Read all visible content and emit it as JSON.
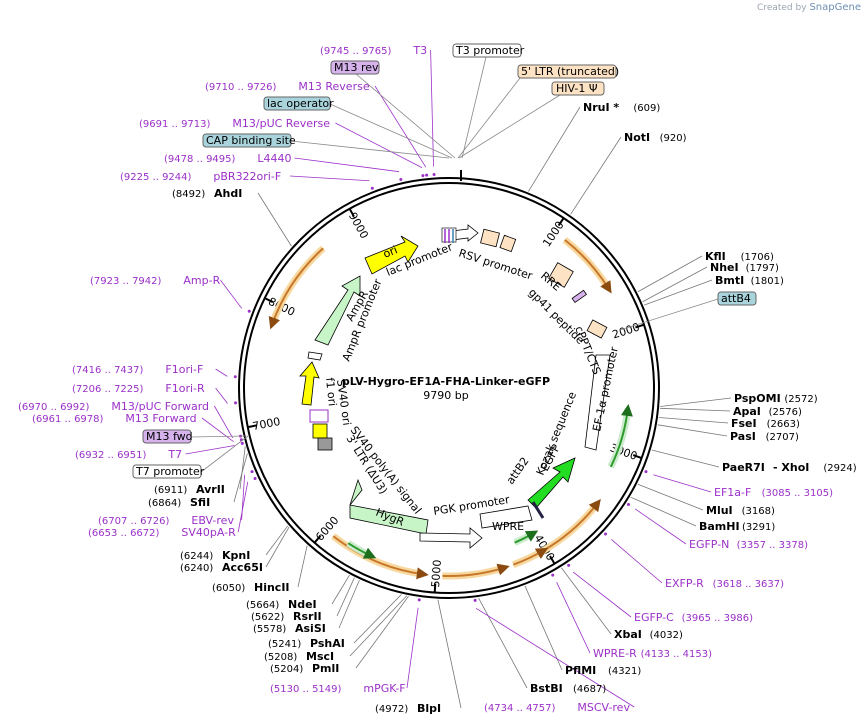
{
  "credit": {
    "prefix": "Created by",
    "brand": "SnapGene"
  },
  "plasmid": {
    "name": "pLV-Hygro-EF1A-FHA-Linker-eGFP",
    "length": "9790 bp"
  },
  "ticks": [
    {
      "label": "1000",
      "angle": 34
    },
    {
      "label": "2000",
      "angle": 72
    },
    {
      "label": "3000",
      "angle": 110
    },
    {
      "label": "4000",
      "angle": 149
    },
    {
      "label": "5000",
      "angle": 184
    },
    {
      "label": "6000",
      "angle": 221
    },
    {
      "label": "7000",
      "angle": 259
    },
    {
      "label": "8000",
      "angle": 296
    },
    {
      "label": "9000",
      "angle": 331
    }
  ],
  "enzymes": [
    {
      "name": "NruI *",
      "pos": "(609)",
      "angle": 22
    },
    {
      "name": "NotI",
      "pos": "(920)",
      "angle": 35
    },
    {
      "name": "KflI",
      "pos": "(1706)",
      "angle": 63
    },
    {
      "name": "NheI",
      "pos": "(1797)",
      "angle": 66
    },
    {
      "name": "BmtI",
      "pos": "(1801)",
      "angle": 67
    },
    {
      "name": "PspOMI",
      "pos": "(2572)",
      "angle": 95
    },
    {
      "name": "ApaI",
      "pos": "(2576)",
      "angle": 95.5
    },
    {
      "name": "FseI",
      "pos": "(2663)",
      "angle": 98
    },
    {
      "name": "PasI",
      "pos": "(2707)",
      "angle": 100
    },
    {
      "name": "PaeR7I",
      "pos": "",
      "angle": 107
    },
    {
      "name": "- XhoI",
      "pos": "(2924)",
      "angle": 107.5
    },
    {
      "name": "MluI",
      "pos": "(3168)",
      "angle": 117
    },
    {
      "name": "BamHI",
      "pos": "(3291)",
      "angle": 121
    },
    {
      "name": "XbaI",
      "pos": "(4032)",
      "angle": 148
    },
    {
      "name": "PflMI",
      "pos": "(4321)",
      "angle": 159
    },
    {
      "name": "BstBI",
      "pos": "(4687)",
      "angle": 172
    },
    {
      "name": "BlpI",
      "pos": "(4972)",
      "angle": 183
    },
    {
      "name": "PmlI",
      "pos": "(5204)",
      "angle": 191
    },
    {
      "name": "MscI",
      "pos": "(5208)",
      "angle": 191.5
    },
    {
      "name": "PshAI",
      "pos": "(5241)",
      "angle": 193
    },
    {
      "name": "AsiSI",
      "pos": "(5578)",
      "angle": 205
    },
    {
      "name": "RsrII",
      "pos": "(5622)",
      "angle": 206.5
    },
    {
      "name": "NdeI",
      "pos": "(5664)",
      "angle": 208
    },
    {
      "name": "HincII",
      "pos": "(6050)",
      "angle": 222
    },
    {
      "name": "Acc65I",
      "pos": "(6240)",
      "angle": 229
    },
    {
      "name": "KpnI",
      "pos": "(6244)",
      "angle": 229.5
    },
    {
      "name": "SfiI",
      "pos": "(6864)",
      "angle": 252
    },
    {
      "name": "AvrII",
      "pos": "(6911)",
      "angle": 254
    },
    {
      "name": "AhdI",
      "pos": "(8492)",
      "angle": 312
    }
  ],
  "primers": [
    {
      "name": "T3",
      "pos": "(9745 .. 9765)"
    },
    {
      "name": "M13 Reverse",
      "pos": "(9710 .. 9726)"
    },
    {
      "name": "M13/pUC Reverse",
      "pos": "(9691 .. 9713)"
    },
    {
      "name": "L4440",
      "pos": "(9478 .. 9495)"
    },
    {
      "name": "pBR322ori-F",
      "pos": "(9225 .. 9244)"
    },
    {
      "name": "Amp-R",
      "pos": "(7923 .. 7942)"
    },
    {
      "name": "F1ori-F",
      "pos": "(7416 .. 7437)"
    },
    {
      "name": "F1ori-R",
      "pos": "(7206 .. 7225)"
    },
    {
      "name": "M13/pUC Forward",
      "pos": "(6970 .. 6992)"
    },
    {
      "name": "M13 Forward",
      "pos": "(6961 .. 6978)"
    },
    {
      "name": "T7",
      "pos": "(6932 .. 6951)"
    },
    {
      "name": "EBV-rev",
      "pos": "(6707 .. 6726)"
    },
    {
      "name": "SV40pA-R",
      "pos": "(6653 .. 6672)"
    },
    {
      "name": "mPGK-F",
      "pos": "(5130 .. 5149)"
    },
    {
      "name": "MSCV-rev",
      "pos": "(4734 .. 4757)"
    },
    {
      "name": "WPRE-R",
      "pos": "(4133 .. 4153)"
    },
    {
      "name": "EGFP-C",
      "pos": "(3965 .. 3986)"
    },
    {
      "name": "EXFP-R",
      "pos": "(3618 .. 3637)"
    },
    {
      "name": "EGFP-N",
      "pos": "(3357 .. 3378)"
    },
    {
      "name": "EF1a-F",
      "pos": "(3085 .. 3105)"
    }
  ],
  "boxes": [
    {
      "name": "T3 promoter",
      "color": "#ffffff"
    },
    {
      "name": "M13 rev",
      "color": "#d6b3ec"
    },
    {
      "name": "5' LTR (truncated)",
      "color": "#fde3c4"
    },
    {
      "name": "HIV-1 Ψ",
      "color": "#fde3c4"
    },
    {
      "name": "lac operator",
      "color": "#a9d4dc"
    },
    {
      "name": "CAP binding site",
      "color": "#a9d4dc"
    },
    {
      "name": "attB4",
      "color": "#a9d4dc"
    },
    {
      "name": "M13 fwd",
      "color": "#d6b3ec"
    },
    {
      "name": "T7 promoter",
      "color": "#ffffff"
    }
  ],
  "features": [
    {
      "name": "RSV promoter"
    },
    {
      "name": "RRE"
    },
    {
      "name": "gp41 peptide"
    },
    {
      "name": "cPPT/CTS"
    },
    {
      "name": "EF-1α promoter"
    },
    {
      "name": "Kozak sequence"
    },
    {
      "name": "EGFP"
    },
    {
      "name": "attB2"
    },
    {
      "name": "WPRE"
    },
    {
      "name": "PGK promoter"
    },
    {
      "name": "HygR"
    },
    {
      "name": "SV40 poly(A) signal"
    },
    {
      "name": "3' LTR (ΔU3)"
    },
    {
      "name": "SV40 ori"
    },
    {
      "name": "f1 ori"
    },
    {
      "name": "AmpR promoter"
    },
    {
      "name": "AmpR"
    },
    {
      "name": "ori"
    },
    {
      "name": "lac promoter"
    }
  ],
  "colors": {
    "primer": "#9b30c8",
    "orf": "#c8772a",
    "orfGlow": "#f7d9a0",
    "green": "#2c9a2c"
  }
}
